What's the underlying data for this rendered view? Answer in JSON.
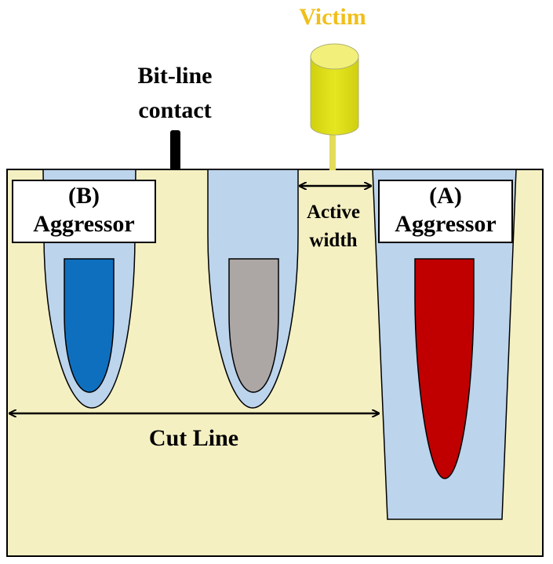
{
  "labels": {
    "victim": "Victim",
    "bitline_line1": "Bit-line",
    "bitline_line2": "contact",
    "aggressor_b_line1": "(B)",
    "aggressor_b_line2": "Aggressor",
    "aggressor_a_line1": "(A)",
    "aggressor_a_line2": "Aggressor",
    "active_line1": "Active",
    "active_line2": "width",
    "cut_line": "Cut Line"
  },
  "colors": {
    "substrate": "#f5f0c2",
    "trench": "#bcd4ec",
    "aggressor_b_fill": "#0f6fbf",
    "victim_gate_fill": "#aca7a5",
    "aggressor_a_fill": "#c00000",
    "victim_cylinder": "#dede14",
    "victim_text": "#f0bf1a",
    "stroke": "#000000"
  }
}
